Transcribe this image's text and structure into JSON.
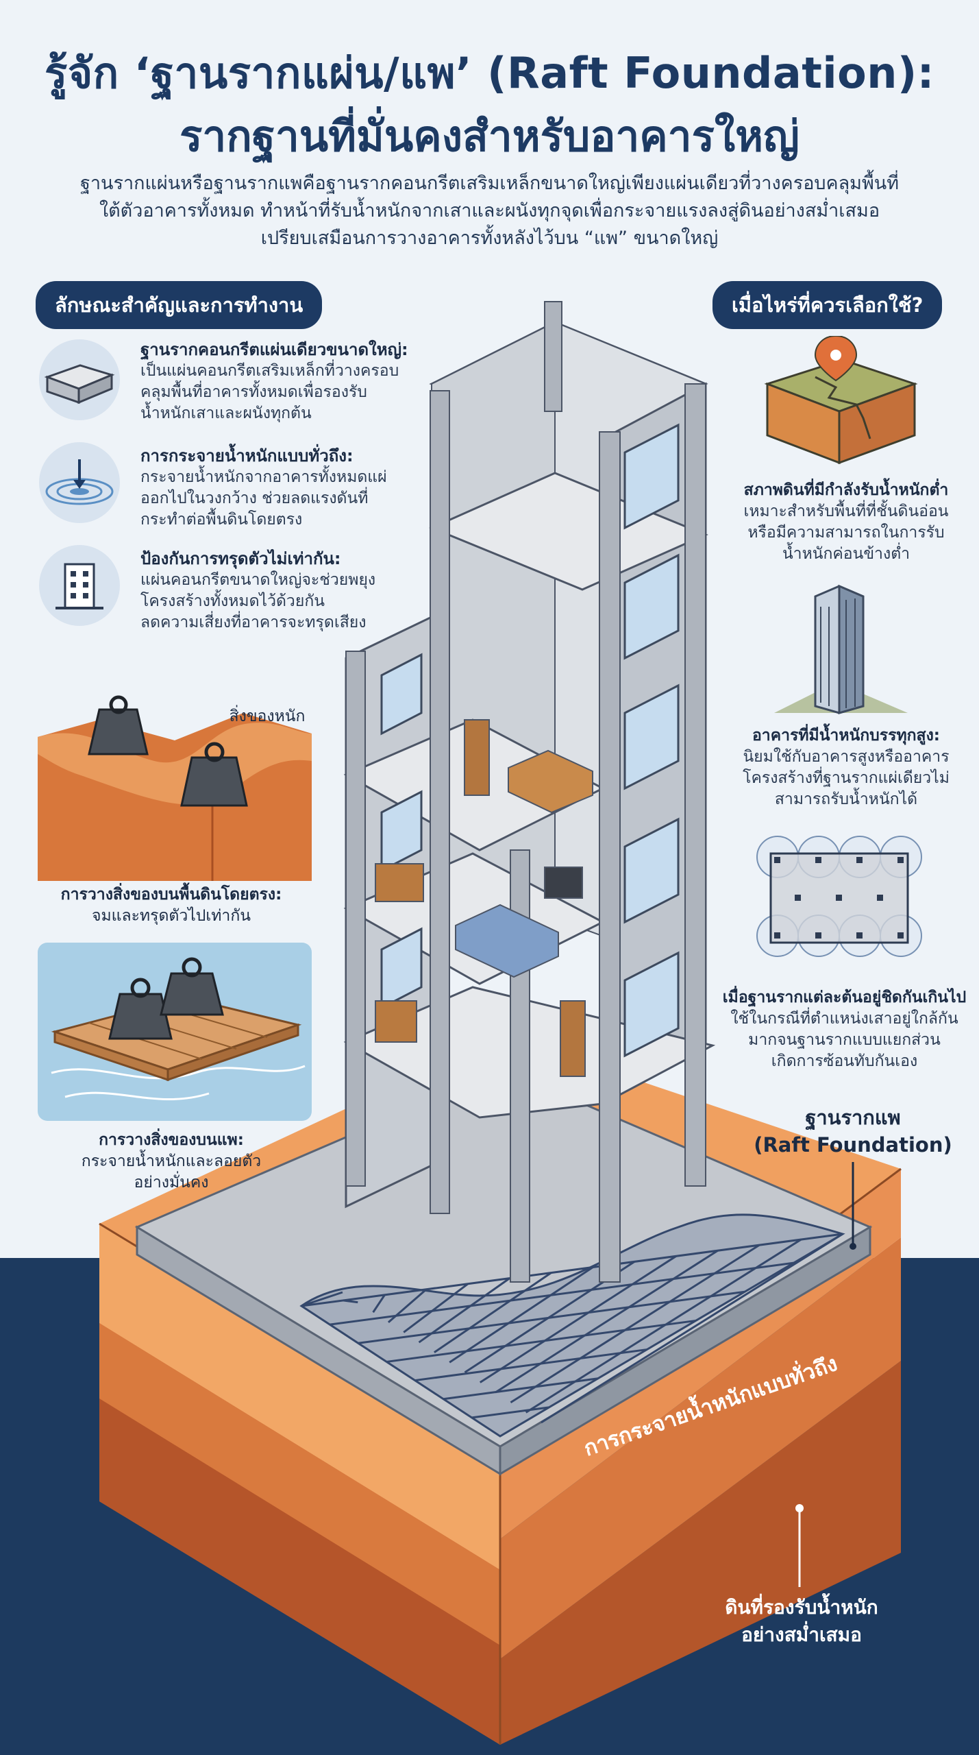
{
  "header": {
    "title_line1": "รู้จัก ‘ฐานรากแผ่น/แพ’ (Raft Foundation):",
    "title_line2": "รากฐานที่มั่นคงสำหรับอาคารใหญ่",
    "intro_lines": [
      "ฐานรากแผ่นหรือฐานรากแพคือฐานรากคอนกรีตเสริมเหล็กขนาดใหญ่เพียงแผ่นเดียวที่วางครอบคลุมพื้นที่",
      "ใต้ตัวอาคารทั้งหมด ทำหน้าที่รับน้ำหนักจากเสาและผนังทุกจุดเพื่อกระจายแรงลงสู่ดินอย่างสม่ำเสมอ",
      "เปรียบเสมือนการวางอาคารทั้งหลังไว้บน “แพ” ขนาดใหญ่"
    ]
  },
  "left_section": {
    "pill": "ลักษณะสำคัญและการทำงาน",
    "features": [
      {
        "icon": "slab-icon",
        "heading": "ฐานรากคอนกรีตแผ่นเดียวขนาดใหญ่:",
        "lines": [
          "เป็นแผ่นคอนกรีตเสริมเหล็กที่วางครอบ",
          "คลุมพื้นที่อาคารทั้งหมดเพื่อรองรับ",
          "น้ำหนักเสาและผนังทุกต้น"
        ]
      },
      {
        "icon": "load-spread-icon",
        "heading": "การกระจายน้ำหนักแบบทั่วถึง:",
        "lines": [
          "กระจายน้ำหนักจากอาคารทั้งหมดแผ่",
          "ออกไปในวงกว้าง ช่วยลดแรงดันที่",
          "กระทำต่อพื้นดินโดยตรง"
        ]
      },
      {
        "icon": "building-icon",
        "heading": "ป้องกันการทรุดตัวไม่เท่ากัน:",
        "lines": [
          "แผ่นคอนกรีตขนาดใหญ่จะช่วยพยุง",
          "โครงสร้างทั้งหมดไว้ด้วยกัน",
          "ลดความเสี่ยงที่อาคารจะทรุดเสียง"
        ]
      }
    ],
    "heavy_label": "สิ่งของหนัก",
    "ground_caption_bold": "การวางสิ่งของบนพื้นดินโดยตรง:",
    "ground_caption": "จมและทรุดตัวไปเท่ากัน",
    "raft_caption_bold": "การวางสิ่งของบนแพ:",
    "raft_caption_lines": [
      "กระจายน้ำหนักและลอยตัว",
      "อย่างมั่นคง"
    ]
  },
  "right_section": {
    "pill": "เมื่อไหร่ที่ควรเลือกใช้?",
    "items": [
      {
        "icon": "soft-soil-icon",
        "heading": "สภาพดินที่มีกำลังรับน้ำหนักต่ำ",
        "lines": [
          "เหมาะสำหรับพื้นที่ที่ชั้นดินอ่อน",
          "หรือมีความสามารถในการรับ",
          "น้ำหนักค่อนข้างต่ำ"
        ]
      },
      {
        "icon": "high-rise-icon",
        "heading": "อาคารที่มีน้ำหนักบรรทุกสูง:",
        "lines": [
          "นิยมใช้กับอาคารสูงหรืออาคาร",
          "โครงสร้างที่ฐานรากแผ่เดียวไม่",
          "สามารถรับน้ำหนักได้"
        ]
      },
      {
        "icon": "footing-overlap-icon",
        "heading": "เมื่อฐานรากแต่ละต้นอยู่ชิดกันเกินไป",
        "lines": [
          "ใช้ในกรณีที่ตำแหน่งเสาอยู่ใกล้กัน",
          "มากจนฐานรากแบบแยกส่วน",
          "เกิดการซ้อนทับกันเอง"
        ]
      }
    ]
  },
  "building_diagram": {
    "raft_label_line1": "ฐานรากแพ",
    "raft_label_line2": "(Raft Foundation)",
    "spread_label": "การกระจายน้ำหนักแบบทั่วถึง",
    "soil_label_line1": "ดินที่รองรับน้ำหนัก",
    "soil_label_line2": "อย่างสม่ำเสมอ"
  },
  "colors": {
    "navy": "#1d3a63",
    "background": "#eef3f8",
    "soil_light": "#f0a86a",
    "soil_dark": "#c8622c",
    "concrete": "#c9ccd1",
    "rebar": "#3a5075"
  }
}
